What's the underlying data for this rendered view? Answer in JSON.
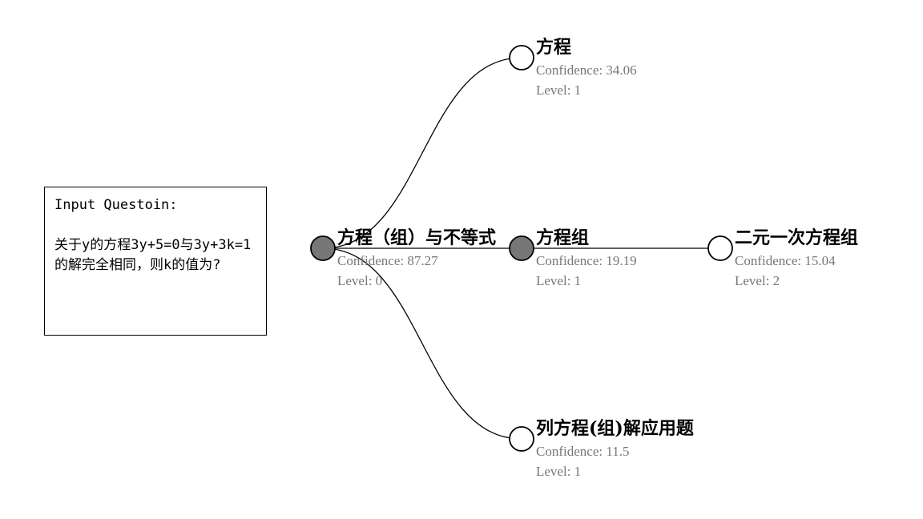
{
  "question": {
    "heading": "Input Questoin:",
    "text": "关于y的方程3y+5=0与3y+3k=1的解完全相同，则k的值为?"
  },
  "colors": {
    "expanded_fill": "#777777",
    "collapsed_fill": "#ffffff",
    "meta_text": "#777777",
    "stroke": "#000000"
  },
  "nodes": [
    {
      "id": "root",
      "title": "方程（组）与不等式",
      "confidence": "Confidence: 87.27",
      "level": "Level: 0",
      "expanded": true
    },
    {
      "id": "n1",
      "title": "方程",
      "confidence": "Confidence: 34.06",
      "level": "Level: 1",
      "expanded": false
    },
    {
      "id": "n2",
      "title": "方程组",
      "confidence": "Confidence: 19.19",
      "level": "Level: 1",
      "expanded": true
    },
    {
      "id": "n3",
      "title": "列方程(组)解应用题",
      "confidence": "Confidence: 11.5",
      "level": "Level: 1",
      "expanded": false
    },
    {
      "id": "n4",
      "title": "二元一次方程组",
      "confidence": "Confidence: 15.04",
      "level": "Level: 2",
      "expanded": false
    }
  ],
  "edges": [
    {
      "from": "root",
      "to": "n1"
    },
    {
      "from": "root",
      "to": "n2"
    },
    {
      "from": "root",
      "to": "n3"
    },
    {
      "from": "n2",
      "to": "n4"
    }
  ]
}
